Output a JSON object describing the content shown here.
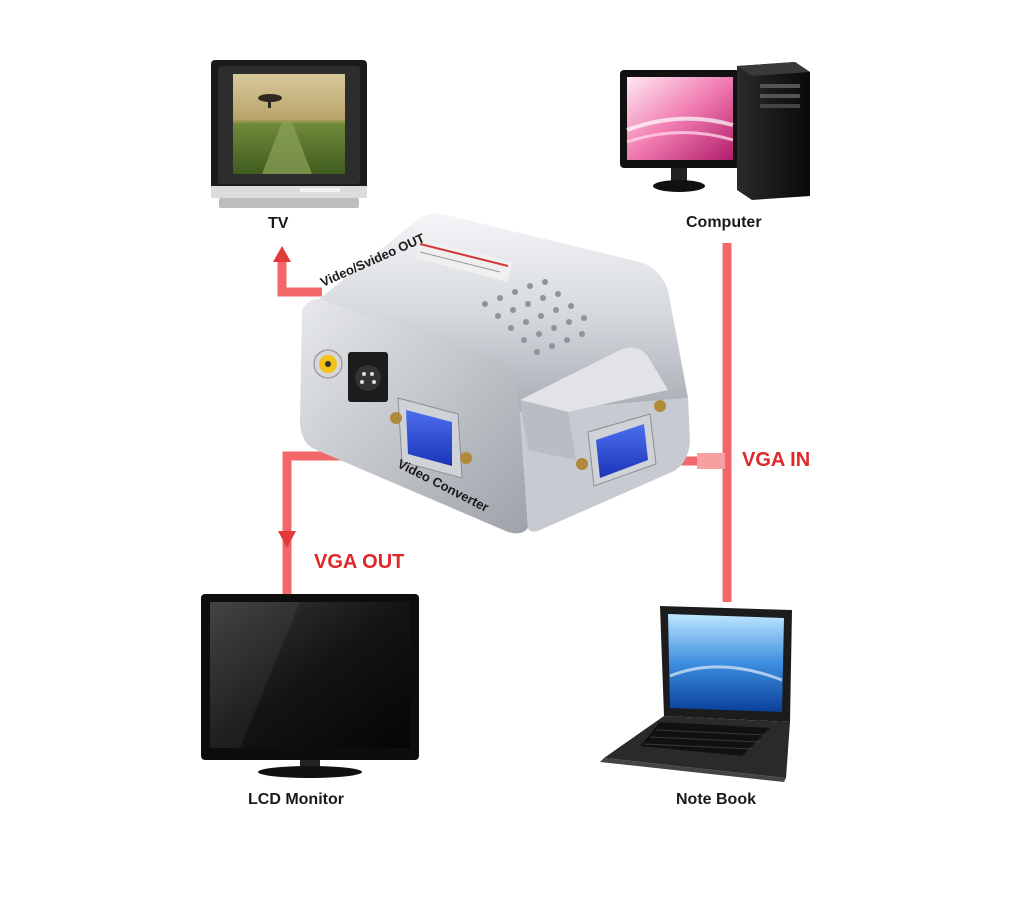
{
  "colors": {
    "connector": "#f2686a",
    "connector_dark": "#e23a3c",
    "label_red": "#e0282b",
    "label_dark": "#1a1a1a"
  },
  "devices": {
    "tv": "TV",
    "computer": "Computer",
    "lcd_monitor": "LCD Monitor",
    "notebook": "Note Book"
  },
  "connections": {
    "video_out": "Video/Svideo OUT",
    "vga_in": "VGA IN",
    "vga_out": "VGA OUT"
  },
  "converter": {
    "caption": "Video Converter"
  }
}
